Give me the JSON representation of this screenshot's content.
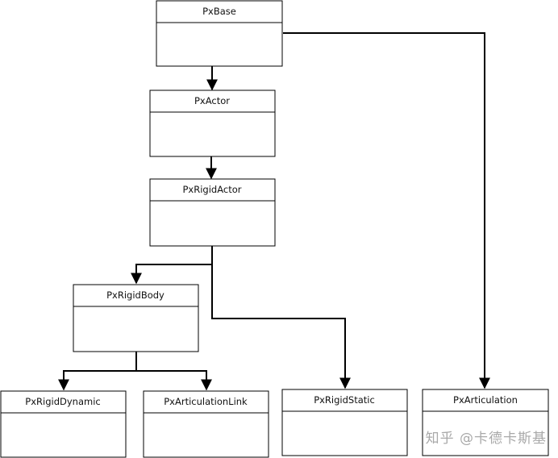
{
  "diagram": {
    "classes": {
      "base": "PxBase",
      "actor": "PxActor",
      "rigid_actor": "PxRigidActor",
      "rigid_body": "PxRigidBody",
      "rigid_dynamic": "PxRigidDynamic",
      "articulation_link": "PxArticulationLink",
      "rigid_static": "PxRigidStatic",
      "articulation": "PxArticulation"
    },
    "edges": [
      {
        "from": "PxBase",
        "to": "PxActor"
      },
      {
        "from": "PxBase",
        "to": "PxArticulation"
      },
      {
        "from": "PxActor",
        "to": "PxRigidActor"
      },
      {
        "from": "PxRigidActor",
        "to": "PxRigidBody"
      },
      {
        "from": "PxRigidActor",
        "to": "PxRigidStatic"
      },
      {
        "from": "PxRigidBody",
        "to": "PxRigidDynamic"
      },
      {
        "from": "PxRigidBody",
        "to": "PxArticulationLink"
      }
    ]
  },
  "watermark": {
    "text": "知乎 @卡德卡斯基"
  }
}
